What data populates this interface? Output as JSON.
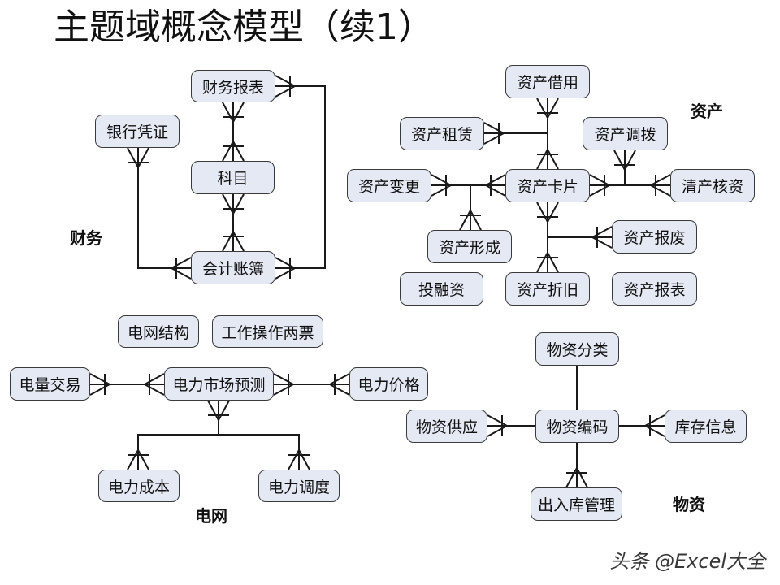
{
  "title": "主题域概念模型（续1）",
  "domains": {
    "finance": "财务",
    "assets": "资产",
    "grid": "电网",
    "materials": "物资"
  },
  "entities": {
    "financial_report": "财务报表",
    "bank_voucher": "银行凭证",
    "subject": "科目",
    "accounting_book": "会计账簿",
    "asset_borrow": "资产借用",
    "asset_lease": "资产租赁",
    "asset_transfer": "资产调拨",
    "asset_change": "资产变更",
    "asset_card": "资产卡片",
    "asset_clear": "清产核资",
    "asset_form": "资产形成",
    "asset_scrap": "资产报废",
    "investment": "投融资",
    "asset_depreciation": "资产折旧",
    "asset_report": "资产报表",
    "grid_structure": "电网结构",
    "work_tickets": "工作操作两票",
    "power_trading": "电量交易",
    "market_forecast": "电力市场预测",
    "power_price": "电力价格",
    "power_cost": "电力成本",
    "power_dispatch": "电力调度",
    "material_category": "物资分类",
    "material_supply": "物资供应",
    "material_code": "物资编码",
    "inventory_info": "库存信息",
    "warehouse_mgmt": "出入库管理"
  },
  "watermark": "头条 @Excel大全",
  "colors": {
    "entity_fill": "#e4e9f4",
    "line": "#1a1a1a"
  }
}
